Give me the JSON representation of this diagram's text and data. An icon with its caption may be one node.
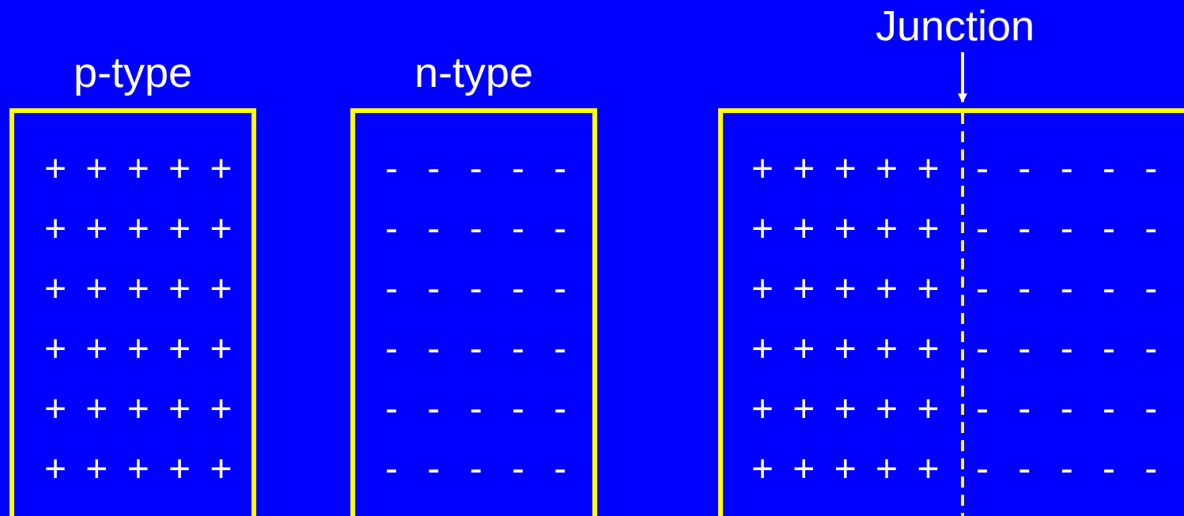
{
  "diagram": {
    "nodes": [
      {
        "text": [
          "p-type",
          "+ + + + +",
          "+ + + + +",
          "+ + + + +",
          "+ + + + +",
          "+ + + + +",
          "+ + + + +"
        ]
      },
      {
        "text": [
          "n-type",
          "- - - - -",
          "- - - - -",
          "- - - - -",
          "- - - - -",
          "- - - - -",
          "- - - - -"
        ]
      },
      {
        "text": [
          "+ + + + +",
          "- - - - -",
          "+ + + + +",
          "- - - - -",
          "+ + + + +",
          "- - - - -",
          "+ + + + +",
          "- - - - -",
          "+ + + + +",
          "- - - - -",
          "+ + + + +",
          "- - - - -"
        ]
      },
      {
        "text": [],
        "shape": "line",
        "in": 2
      },
      {
        "text": [
          "Junction"
        ]
      }
    ],
    "edges": [
      {
        "from": 4,
        "to": 3,
        "arrow": "to"
      }
    ]
  }
}
